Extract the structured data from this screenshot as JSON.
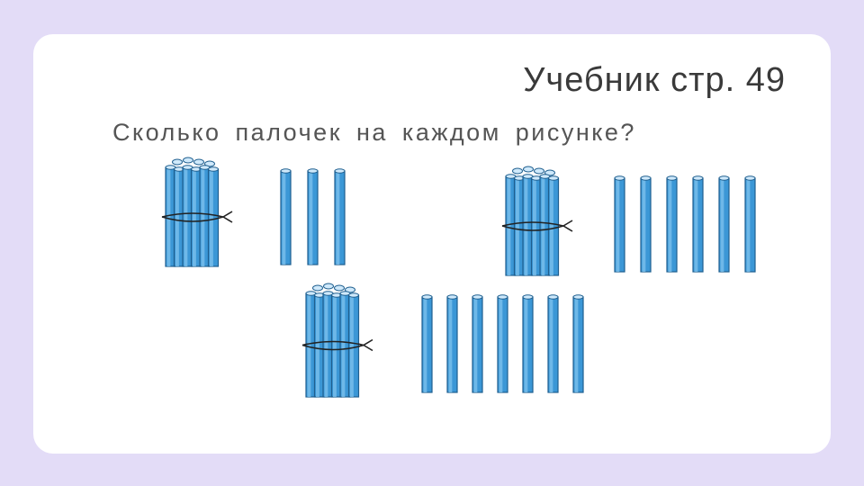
{
  "header": {
    "reference": "Учебник стр. 49"
  },
  "task": {
    "question": "Сколько палочек на каждом рисунке?"
  },
  "pictures": [
    {
      "bundles": 1,
      "single_sticks": 3
    },
    {
      "bundles": 1,
      "single_sticks": 6
    },
    {
      "bundles": 1,
      "single_sticks": 7
    }
  ],
  "colors": {
    "background": "#e3dcf7",
    "stick": "#3b97d6",
    "stick_dark": "#1f5f8f",
    "string": "#222222"
  }
}
